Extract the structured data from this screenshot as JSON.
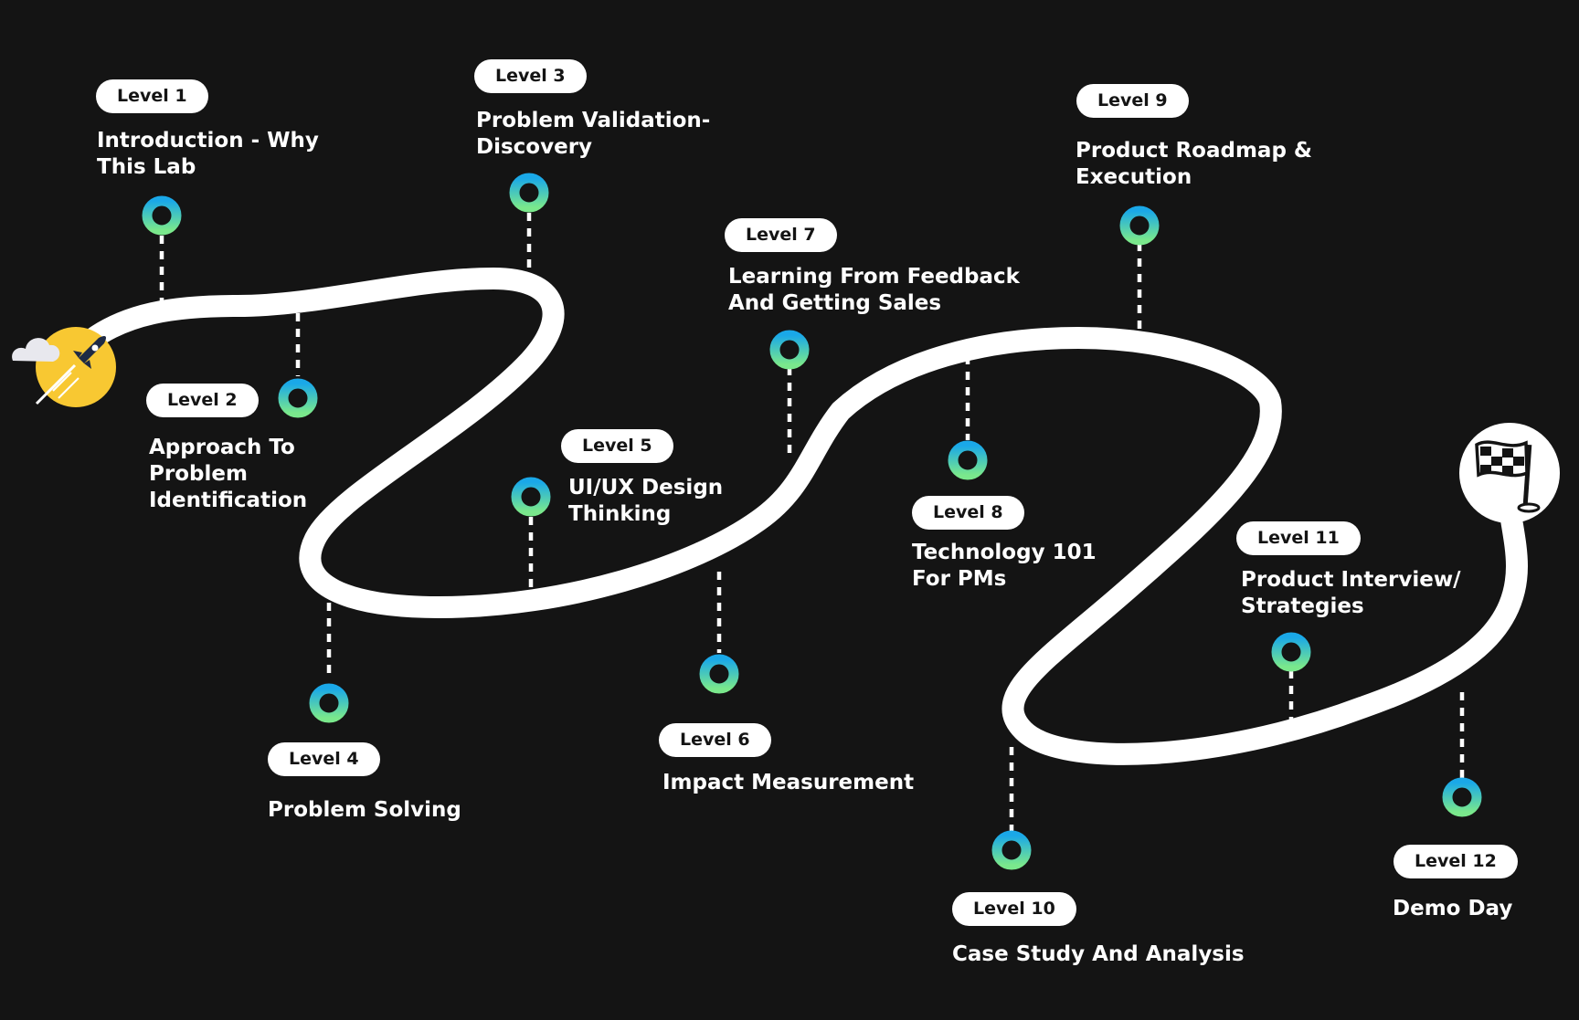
{
  "colors": {
    "background": "#141414",
    "road": "#ffffff",
    "marker_gradient_top": "#1aa8e8",
    "marker_gradient_bottom": "#7ae88c",
    "connector": "#ffffff",
    "sun": "#f8c832",
    "rocket": "#1e2a44",
    "cloud": "#e8e8ee"
  },
  "start_icons": [
    "cloud-icon",
    "sun-icon",
    "rocket-icon"
  ],
  "finish_icon": "checkered-flag-icon",
  "levels": [
    {
      "label": "Level 1",
      "title": "Introduction - Why\nThis Lab"
    },
    {
      "label": "Level 2",
      "title": "Approach To\nProblem\nIdentification"
    },
    {
      "label": "Level 3",
      "title": "Problem Validation-\nDiscovery"
    },
    {
      "label": "Level 4",
      "title": "Problem Solving"
    },
    {
      "label": "Level 5",
      "title": "UI/UX Design\nThinking"
    },
    {
      "label": "Level 6",
      "title": "Impact Measurement"
    },
    {
      "label": "Level 7",
      "title": "Learning From Feedback\nAnd Getting Sales"
    },
    {
      "label": "Level 8",
      "title": "Technology 101\nFor PMs"
    },
    {
      "label": "Level 9",
      "title": "Product Roadmap &\nExecution"
    },
    {
      "label": "Level 10",
      "title": "Case Study And Analysis"
    },
    {
      "label": "Level 11",
      "title": "Product Interview/\nStrategies"
    },
    {
      "label": "Level 12",
      "title": "Demo Day"
    }
  ]
}
